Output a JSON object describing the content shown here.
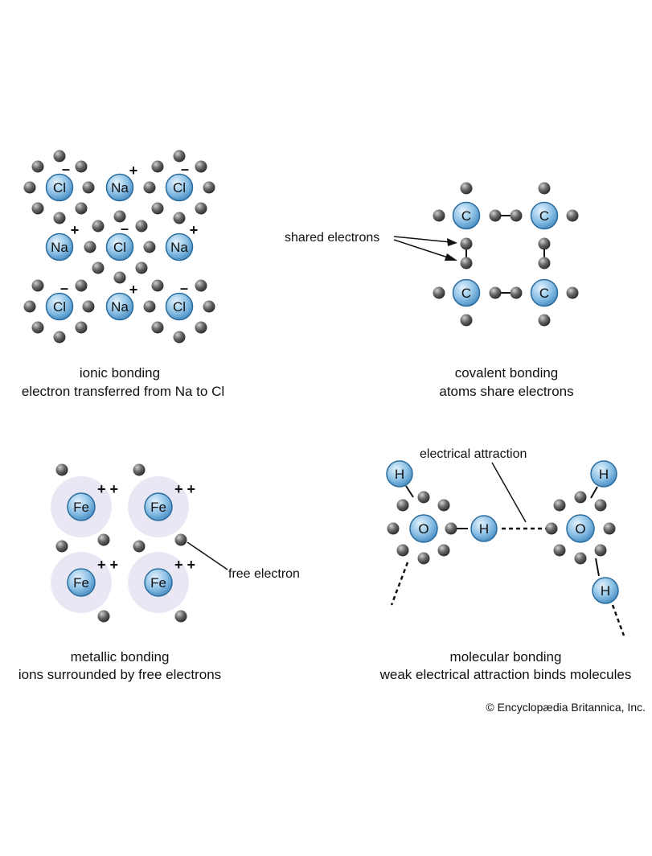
{
  "ionic": {
    "title": "ionic bonding",
    "subtitle": "electron transferred from Na to Cl",
    "cl": "Cl",
    "na": "Na",
    "minus": "–",
    "plus": "+"
  },
  "covalent": {
    "title": "covalent bonding",
    "subtitle": "atoms share electrons",
    "carbon": "C",
    "shared_label": "shared electrons"
  },
  "metallic": {
    "title": "metallic bonding",
    "subtitle": "ions surrounded by free electrons",
    "iron": "Fe",
    "charge": "+ +",
    "free_label": "free electron"
  },
  "molecular": {
    "title": "molecular bonding",
    "subtitle": "weak electrical attraction binds molecules",
    "hydrogen": "H",
    "oxygen": "O",
    "attraction_label": "electrical attraction"
  },
  "credit": "© Encyclopædia Britannica, Inc.",
  "colors": {
    "atom_fill": "#8cc1e6",
    "atom_stroke": "#2b6c9e",
    "electron": "#3a3a3a",
    "halo": "#e9e7f4"
  }
}
